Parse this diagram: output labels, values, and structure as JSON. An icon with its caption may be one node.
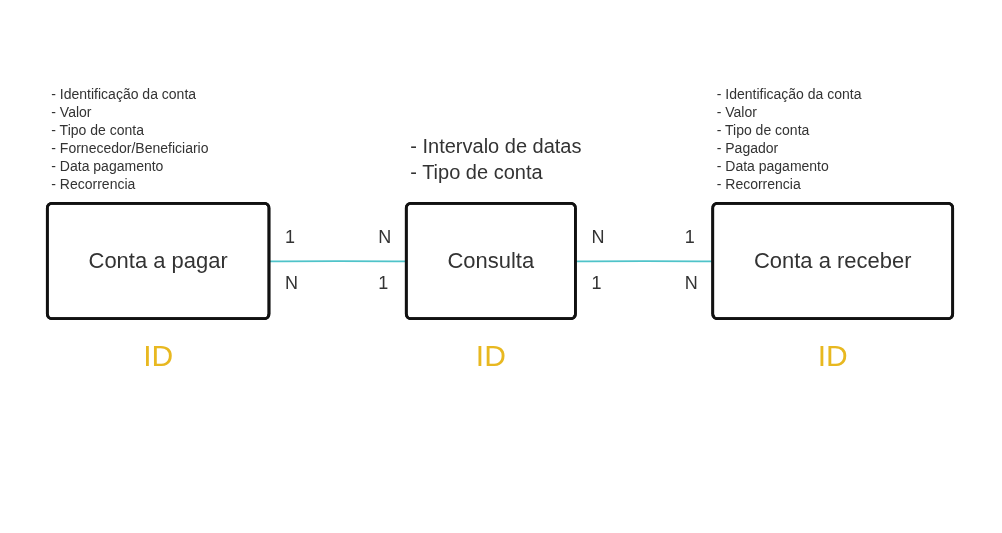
{
  "diagram": {
    "nodes": [
      {
        "text": [
          "Conta a pagar"
        ],
        "beside": [
          "- Identificação da conta",
          "- Valor",
          "- Tipo de conta",
          "- Fornecedor/Beneficiario",
          "- Data pagamento",
          "- Recorrencia",
          "ID"
        ]
      },
      {
        "text": [
          "Consulta"
        ],
        "beside": [
          "- Intervalo de datas",
          "- Tipo de conta",
          "ID"
        ]
      },
      {
        "text": [
          "Conta a receber"
        ],
        "beside": [
          "- Identificação da conta",
          "- Valor",
          "- Tipo de conta",
          "- Pagador",
          "- Data pagamento",
          "- Recorrencia",
          "ID"
        ]
      }
    ],
    "edges": [
      {
        "from": 0,
        "to": 1,
        "arrow": "none"
      },
      {
        "from": 1,
        "to": 2,
        "arrow": "none"
      }
    ],
    "labels": [
      "1",
      "N",
      "N",
      "1",
      "N",
      "1",
      "1",
      "N"
    ]
  }
}
